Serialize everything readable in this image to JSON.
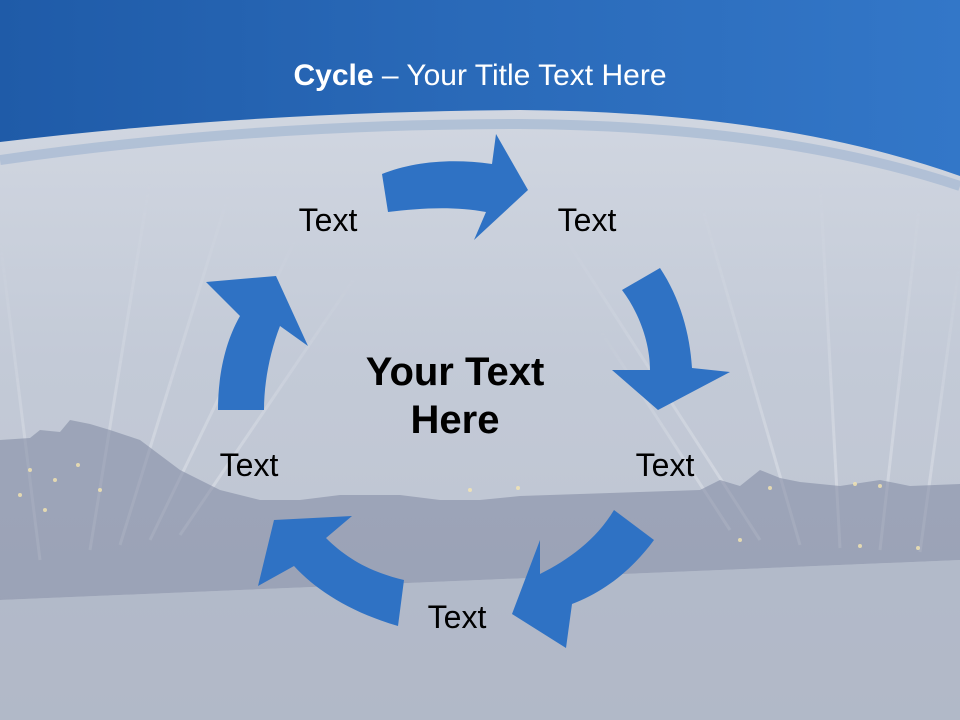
{
  "slide": {
    "title_bold": "Cycle",
    "title_rest": " – Your Title Text Here",
    "center_line1": "Your Text",
    "center_line2": "Here",
    "cycle_labels": [
      "Text",
      "Text",
      "Text",
      "Text",
      "Text"
    ]
  },
  "colors": {
    "header_blue": "#2d6fc0",
    "arrow_blue": "#2f72c4",
    "background": "#c5ccd8",
    "text": "#000000",
    "title_text": "#ffffff"
  }
}
